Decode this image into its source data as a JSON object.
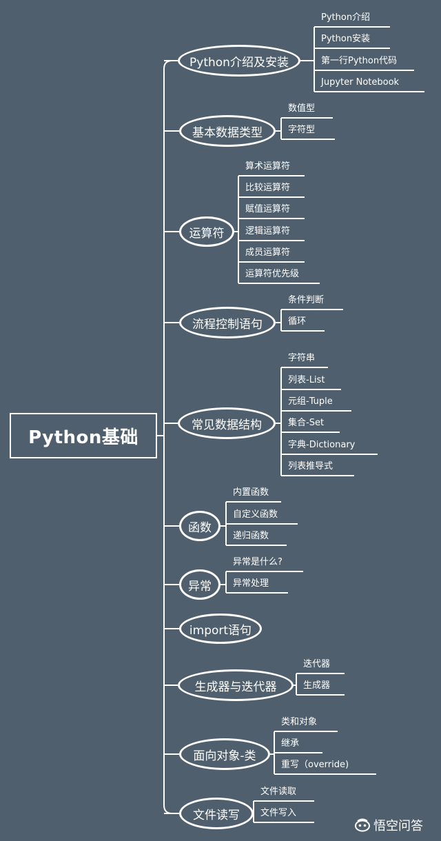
{
  "root": "Python基础",
  "branches": [
    {
      "label": "Python介绍及安装",
      "children": [
        "Python介绍",
        "Python安装",
        "第一行Python代码",
        "Jupyter Notebook"
      ]
    },
    {
      "label": "基本数据类型",
      "children": [
        "数值型",
        "字符型"
      ]
    },
    {
      "label": "运算符",
      "children": [
        "算术运算符",
        "比较运算符",
        "赋值运算符",
        "逻辑运算符",
        "成员运算符",
        "运算符优先级"
      ]
    },
    {
      "label": "流程控制语句",
      "children": [
        "条件判断",
        "循环"
      ]
    },
    {
      "label": "常见数据结构",
      "children": [
        "字符串",
        "列表-List",
        "元组-Tuple",
        "集合-Set",
        "字典-Dictionary",
        "列表推导式"
      ]
    },
    {
      "label": "函数",
      "children": [
        "内置函数",
        "自定义函数",
        "递归函数"
      ]
    },
    {
      "label": "异常",
      "children": [
        "异常是什么?",
        "异常处理"
      ]
    },
    {
      "label": "import语句",
      "children": []
    },
    {
      "label": "生成器与迭代器",
      "children": [
        "迭代器",
        "生成器"
      ]
    },
    {
      "label": "面向对象-类",
      "children": [
        "类和对象",
        "继承",
        "重写（override)"
      ]
    },
    {
      "label": "文件读写",
      "children": [
        "文件读取",
        "文件写入"
      ]
    }
  ],
  "watermark": "悟空问答",
  "colors": {
    "background": "#4f5f6d",
    "foreground": "#ffffff"
  },
  "icons": {
    "watermark": "wukong-logo-icon"
  }
}
